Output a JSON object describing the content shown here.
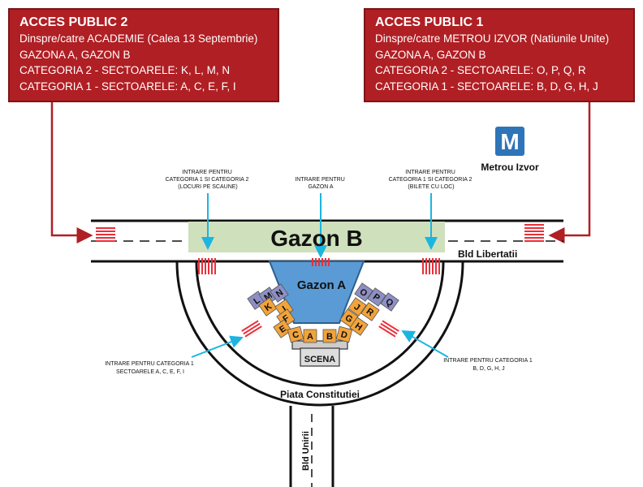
{
  "access": [
    {
      "title": "ACCES PUBLIC 2",
      "lines": [
        "Dinspre/catre ACADEMIE (Calea 13 Septembrie)",
        "GAZONA A, GAZON B",
        "CATEGORIA 2 - SECTOARELE: K, L, M, N",
        "CATEGORIA 1 - SECTOARELE: A, C, E, F, I"
      ]
    },
    {
      "title": "ACCES PUBLIC 1",
      "lines": [
        "Dinspre/catre METROU IZVOR (Natiunile Unite)",
        "GAZONA A, GAZON B",
        "CATEGORIA 2 - SECTOARELE: O, P, Q, R",
        "CATEGORIA 1 - SECTOARELE: B, D, G, H, J"
      ]
    }
  ],
  "metro": {
    "letter": "M",
    "name": "Metrou Izvor",
    "color": "#2e74b8"
  },
  "entrances": {
    "left_top": [
      "INTRARE PENTRU",
      "CATEGORIA 1 SI CATEGORIA 2",
      "(LOCURI PE SCAUNE)"
    ],
    "center": [
      "INTRARE PENTRU",
      "GAZON A"
    ],
    "right_top": [
      "INTRARE PENTRU",
      "CATEGORIA 1 SI CATEGORIA 2",
      "(BILETE CU LOC)"
    ],
    "left_bottom": [
      "INTRARE PENTRU CATEGORIA 1",
      "SECTOARELE A, C, E, F, I"
    ],
    "right_bottom": [
      "INTRARE PENTRU CATEGORIA 1",
      "B, D, G, H, J"
    ]
  },
  "zones": {
    "gazon_b": "Gazon B",
    "gazon_a": "Gazon A",
    "scena": "SCENA"
  },
  "streets": {
    "libertatii": "Bld Libertatii",
    "piata": "Piata Constitutiei",
    "unirii": "Bld Unirii"
  },
  "sectors": {
    "cat2_left": [
      "L",
      "M",
      "N"
    ],
    "cat1_left": [
      "K",
      "I",
      "F",
      "E",
      "C"
    ],
    "cat2_right": [
      "O",
      "P",
      "Q"
    ],
    "cat1_right": [
      "R",
      "J",
      "G",
      "H",
      "D"
    ],
    "center": [
      "A",
      "B"
    ]
  },
  "colors": {
    "access_red": "#b01f24",
    "gazon_b": "#cfe0bd",
    "gazon_a": "#5b9bd5",
    "cat1": "#f2a33a",
    "cat2": "#8d8fc4",
    "arrow_cyan": "#1bb5e0"
  }
}
